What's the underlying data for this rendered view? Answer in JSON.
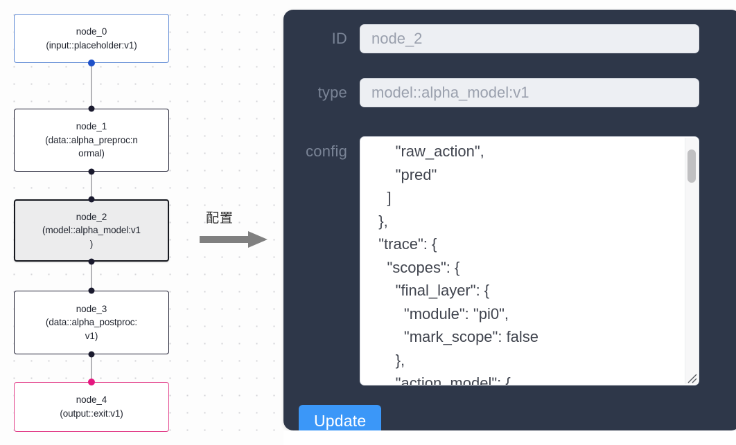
{
  "graph": {
    "nodes": [
      {
        "id": "node_0",
        "title": "node_0",
        "subtitle": "(input::placeholder:v1)",
        "label": "node_0\n(input::placeholder:v1)",
        "kind": "input",
        "accent": "#5b87d4",
        "selected": false
      },
      {
        "id": "node_1",
        "title": "node_1",
        "subtitle": "(data::alpha_preproc:normal)",
        "label": "node_1\n(data::alpha_preproc:n\normal)",
        "kind": "default",
        "accent": "#1a1a2e",
        "selected": false
      },
      {
        "id": "node_2",
        "title": "node_2",
        "subtitle": "(model::alpha_model:v1)",
        "label": "node_2\n(model::alpha_model:v1\n)",
        "kind": "model",
        "accent": "#16181f",
        "selected": true
      },
      {
        "id": "node_3",
        "title": "node_3",
        "subtitle": "(data::alpha_postproc:v1)",
        "label": "node_3\n(data::alpha_postproc:\nv1)",
        "kind": "default",
        "accent": "#1a1a2e",
        "selected": false
      },
      {
        "id": "node_4",
        "title": "node_4",
        "subtitle": "(output::exit:v1)",
        "label": "node_4\n(output::exit:v1)",
        "kind": "output",
        "accent": "#e2408a",
        "selected": false
      }
    ],
    "edges": [
      {
        "from": "node_0",
        "to": "node_1"
      },
      {
        "from": "node_1",
        "to": "node_2"
      },
      {
        "from": "node_2",
        "to": "node_3"
      },
      {
        "from": "node_3",
        "to": "node_4"
      }
    ],
    "edge_color": "#b4b4b8",
    "handle_color": "#1a1a2e",
    "handle_color_input": "#1e50c8",
    "handle_color_output": "#e5167f"
  },
  "transition": {
    "caption": "配置",
    "arrow": "arrow-right"
  },
  "panel": {
    "background": "#2e3749",
    "fields": {
      "id": {
        "label": "ID",
        "value": "node_2"
      },
      "type": {
        "label": "type",
        "value": "model::alpha_model:v1"
      },
      "config": {
        "label": "config",
        "value": "      \"raw_action\",\n      \"pred\"\n    ]\n  },\n  \"trace\": {\n    \"scopes\": {\n      \"final_layer\": {\n        \"module\": \"pi0\",\n        \"mark_scope\": false\n      },\n      \"action_model\": {",
        "scroll_position": "near-top"
      }
    },
    "update_button": {
      "label": "Update",
      "color": "#3b97f8"
    }
  }
}
